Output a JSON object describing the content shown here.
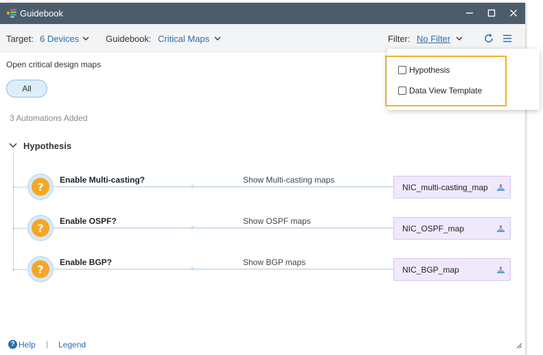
{
  "window": {
    "title": "Guidebook"
  },
  "toolbar": {
    "target_label": "Target:",
    "target_value": "6 Devices",
    "guidebook_label": "Guidebook:",
    "guidebook_value": "Critical Maps",
    "filter_label": "Filter:",
    "filter_value": "No Filter"
  },
  "content": {
    "description": "Open critical design maps",
    "pill_label": "All",
    "count_text": "3 Automations Added",
    "section_title": "Hypothesis",
    "rows": [
      {
        "question": "Enable Multi-casting?",
        "branch": "Show Multi-casting maps",
        "map": "NIC_multi-casting_map"
      },
      {
        "question": "Enable OSPF?",
        "branch": "Show OSPF maps",
        "map": "NIC_OSPF_map"
      },
      {
        "question": "Enable BGP?",
        "branch": "Show BGP maps",
        "map": "NIC_BGP_map"
      }
    ]
  },
  "filter_dropdown": {
    "options": [
      {
        "label": "Hypothesis",
        "checked": false
      },
      {
        "label": "Data View Template",
        "checked": false
      }
    ]
  },
  "footer": {
    "help_label": "Help",
    "help_icon_glyph": "?",
    "separator": "|",
    "legend_label": "Legend"
  },
  "icons": {
    "app": "guidebook-app-icon",
    "question_glyph": "?",
    "map": "map-icon"
  },
  "colors": {
    "titlebar": "#4b5d6b",
    "link": "#2c6cb0",
    "highlight": "#f0b323",
    "question": "#f5a623",
    "map_box": "#efe9fb"
  }
}
